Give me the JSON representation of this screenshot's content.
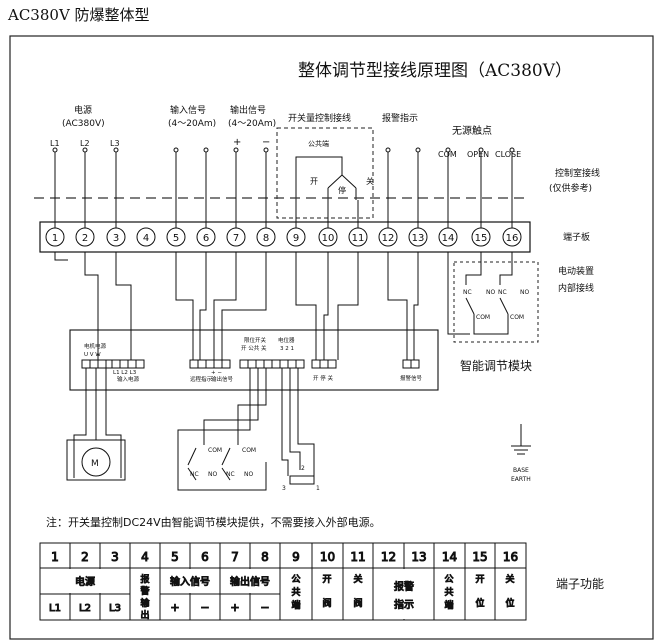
{
  "header": {
    "model": "AC380V 防爆整体型",
    "title": "整体调节型接线原理图（AC380V）"
  },
  "top_labels": {
    "power": "电源",
    "power_sub": "(AC380V)",
    "input": "输入信号",
    "input_sub": "(4～20Am)",
    "output": "输出信号",
    "output_sub": "(4～20Am)",
    "plus": "+",
    "minus": "−",
    "switch": "开关量控制接线",
    "common": "公共端",
    "open": "开",
    "stop": "停",
    "close": "关",
    "alarm": "报警指示",
    "dry": "无源触点",
    "com": "COM",
    "open_en": "OPEN",
    "close_en": "CLOSE",
    "phases": [
      "L1",
      "L2",
      "L3"
    ]
  },
  "right_labels": {
    "control_room": "控制室接线",
    "ref": "(仅供参考)",
    "terminal_board": "端子板",
    "motor_device": "电动装置",
    "internal": "内部接线",
    "module": "智能调节模块"
  },
  "terminals": [
    "1",
    "2",
    "3",
    "4",
    "5",
    "6",
    "7",
    "8",
    "9",
    "10",
    "11",
    "12",
    "13",
    "14",
    "15",
    "16"
  ],
  "relay": {
    "nc": "NC",
    "no": "NO",
    "com": "COM"
  },
  "module_labels": {
    "motor_power": "电机电源",
    "uvw": "U V W",
    "l123": "L1 L2 L3",
    "power_in": "输入电源",
    "remote": "远程指示",
    "outsig": "输出信号",
    "plusminus": "+ −",
    "limit": "限位开关",
    "limit_pins": "开 公共 关",
    "pot": "电位器",
    "pot_pins": "3 2 1",
    "sw_pins": "开 停 关",
    "alarm_sig": "报警信号",
    "earth1": "BASE",
    "earth2": "EARTH",
    "pot_n1": "3",
    "pot_n2": "2",
    "pot_n3": "1",
    "motor": "M"
  },
  "note": "注：开关量控制DC24V由智能调节模块提供，不需要接入外部电源。",
  "func_table": {
    "caption": "端子功能",
    "power": "电源",
    "alarm_out": "报警输出",
    "input": "输入信号",
    "output": "输出信号",
    "common": "公共端",
    "open": "开阀",
    "close": "关阀",
    "alarm": "报警指示",
    "com": "公共端",
    "open_pos": "开位",
    "close_pos": "关位",
    "l": [
      "L1",
      "L2",
      "L3"
    ],
    "pm": [
      "+",
      "−",
      "+",
      "−"
    ]
  }
}
